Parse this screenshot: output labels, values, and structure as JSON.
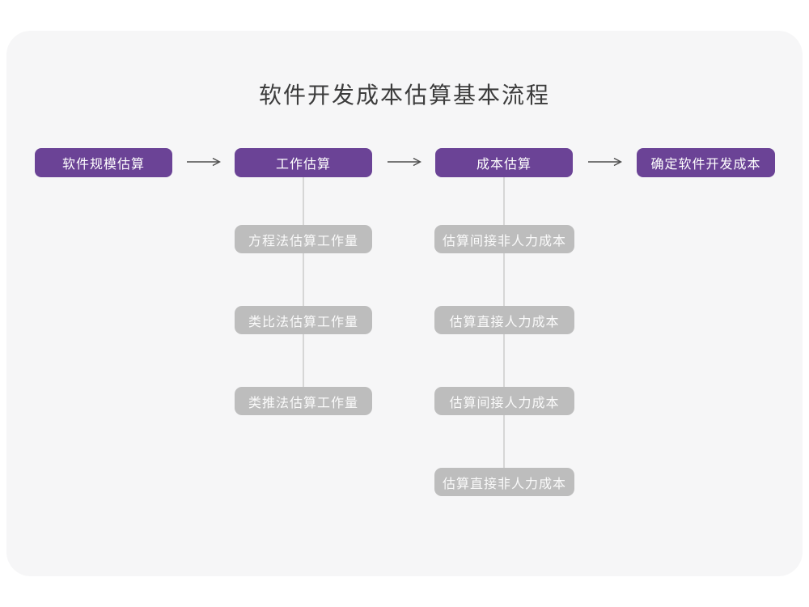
{
  "page": {
    "title": "软件开发成本估算基本流程"
  },
  "colors": {
    "card_bg": "#F6F6F7",
    "purple": "#6B4396",
    "gray_box": "#BDBDBD",
    "connector_line": "#D6D6D6",
    "arrow": "#4D4D4D",
    "title_text": "#3C3C3C",
    "box_text": "#FFFFFF"
  },
  "flow": {
    "main_steps": [
      "软件规模估算",
      "工作估算",
      "成本估算",
      "确定软件开发成本"
    ],
    "work_methods": [
      "方程法估算工作量",
      "类比法估算工作量",
      "类推法估算工作量"
    ],
    "cost_methods": [
      "估算间接非人力成本",
      "估算直接人力成本",
      "估算间接人力成本",
      "估算直接非人力成本"
    ]
  },
  "icons": {
    "arrow_right": "long right arrow connector"
  }
}
